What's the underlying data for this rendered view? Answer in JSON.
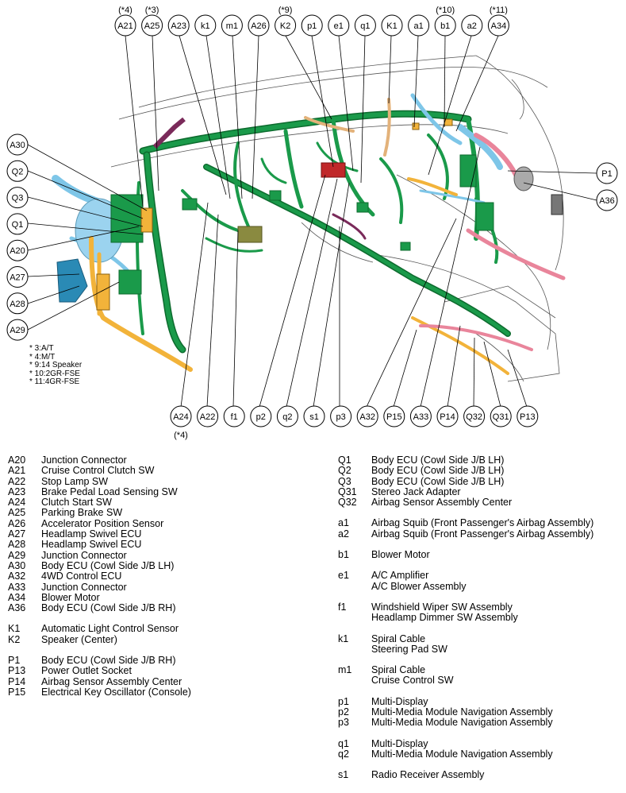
{
  "bubbles_top": [
    {
      "code": "A21",
      "note": "(*4)"
    },
    {
      "code": "A25",
      "note": "(*3)"
    },
    {
      "code": "A23",
      "note": ""
    },
    {
      "code": "k1",
      "note": ""
    },
    {
      "code": "m1",
      "note": ""
    },
    {
      "code": "A26",
      "note": ""
    },
    {
      "code": "K2",
      "note": "(*9)"
    },
    {
      "code": "p1",
      "note": ""
    },
    {
      "code": "e1",
      "note": ""
    },
    {
      "code": "q1",
      "note": ""
    },
    {
      "code": "K1",
      "note": ""
    },
    {
      "code": "a1",
      "note": ""
    },
    {
      "code": "b1",
      "note": "(*10)"
    },
    {
      "code": "a2",
      "note": ""
    },
    {
      "code": "A34",
      "note": "(*11)"
    }
  ],
  "bubbles_left": [
    "A30",
    "Q2",
    "Q3",
    "Q1",
    "A20",
    "A27",
    "A28",
    "A29"
  ],
  "bubbles_right": [
    "P1",
    "A36"
  ],
  "bubbles_bottom": [
    {
      "code": "A24",
      "note": "(*4)"
    },
    {
      "code": "A22",
      "note": ""
    },
    {
      "code": "f1",
      "note": ""
    },
    {
      "code": "p2",
      "note": ""
    },
    {
      "code": "q2",
      "note": ""
    },
    {
      "code": "s1",
      "note": ""
    },
    {
      "code": "p3",
      "note": ""
    },
    {
      "code": "A32",
      "note": ""
    },
    {
      "code": "P15",
      "note": ""
    },
    {
      "code": "A33",
      "note": ""
    },
    {
      "code": "P14",
      "note": ""
    },
    {
      "code": "Q32",
      "note": ""
    },
    {
      "code": "Q31",
      "note": ""
    },
    {
      "code": "P13",
      "note": ""
    }
  ],
  "footnotes": [
    "* 3:A/T",
    "* 4:M/T",
    "* 9:14 Speaker",
    "* 10:2GR-FSE",
    "* 11:4GR-FSE"
  ],
  "legend_left": [
    [
      [
        "A20",
        "Junction Connector"
      ],
      [
        "A21",
        "Cruise Control Clutch SW"
      ],
      [
        "A22",
        "Stop Lamp SW"
      ],
      [
        "A23",
        "Brake Pedal Load Sensing SW"
      ],
      [
        "A24",
        "Clutch Start SW"
      ],
      [
        "A25",
        "Parking Brake SW"
      ],
      [
        "A26",
        "Accelerator Position Sensor"
      ],
      [
        "A27",
        "Headlamp Swivel ECU"
      ],
      [
        "A28",
        "Headlamp Swivel ECU"
      ],
      [
        "A29",
        "Junction Connector"
      ],
      [
        "A30",
        "Body ECU (Cowl Side J/B LH)"
      ],
      [
        "A32",
        "4WD Control ECU"
      ],
      [
        "A33",
        "Junction Connector"
      ],
      [
        "A34",
        "Blower Motor"
      ],
      [
        "A36",
        "Body ECU (Cowl Side J/B RH)"
      ]
    ],
    [
      [
        "K1",
        "Automatic Light Control Sensor"
      ],
      [
        "K2",
        "Speaker (Center)"
      ]
    ],
    [
      [
        "P1",
        "Body ECU (Cowl Side J/B RH)"
      ],
      [
        "P13",
        "Power Outlet Socket"
      ],
      [
        "P14",
        "Airbag Sensor Assembly Center"
      ],
      [
        "P15",
        "Electrical Key Oscillator (Console)"
      ]
    ]
  ],
  "legend_right": [
    [
      [
        "Q1",
        "Body ECU (Cowl Side J/B LH)"
      ],
      [
        "Q2",
        "Body ECU (Cowl Side J/B LH)"
      ],
      [
        "Q3",
        "Body ECU (Cowl Side J/B LH)"
      ],
      [
        "Q31",
        "Stereo Jack Adapter"
      ],
      [
        "Q32",
        "Airbag Sensor Assembly Center"
      ]
    ],
    [
      [
        "a1",
        "Airbag Squib (Front Passenger's Airbag Assembly)"
      ],
      [
        "a2",
        "Airbag Squib (Front Passenger's Airbag Assembly)"
      ]
    ],
    [
      [
        "b1",
        "Blower Motor"
      ]
    ],
    [
      [
        "e1",
        "A/C Amplifier"
      ],
      [
        "",
        "A/C Blower Assembly"
      ]
    ],
    [
      [
        "f1",
        "Windshield Wiper SW Assembly"
      ],
      [
        "",
        "Headlamp Dimmer SW Assembly"
      ]
    ],
    [
      [
        "k1",
        "Spiral Cable"
      ],
      [
        "",
        "Steering Pad SW"
      ]
    ],
    [
      [
        "m1",
        "Spiral Cable"
      ],
      [
        "",
        "Cruise Control SW"
      ]
    ],
    [
      [
        "p1",
        "Multi-Display"
      ],
      [
        "p2",
        "Multi-Media Module Navigation Assembly"
      ],
      [
        "p3",
        "Multi-Media Module Navigation Assembly"
      ]
    ],
    [
      [
        "q1",
        "Multi-Display"
      ],
      [
        "q2",
        "Multi-Media Module Navigation Assembly"
      ]
    ],
    [
      [
        "s1",
        "Radio Receiver Assembly"
      ]
    ]
  ],
  "colors": {
    "green": "#1a9a4a",
    "dark_green": "#0d6b2e",
    "blue": "#7ec6e8",
    "orange": "#f2b33a",
    "pink": "#e9859b",
    "tan": "#e3b27a",
    "purple": "#7a2a5a",
    "olive": "#8a8a40",
    "outline": "#555555"
  }
}
